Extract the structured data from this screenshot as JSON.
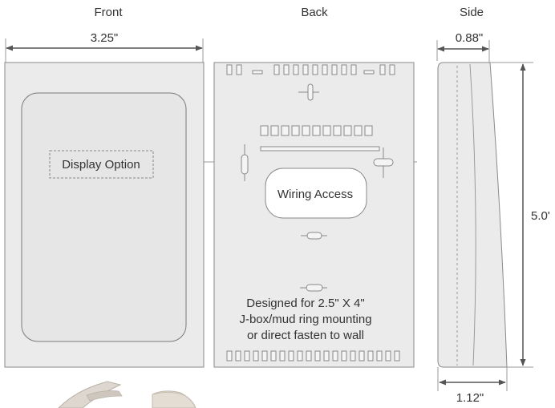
{
  "views": {
    "front": "Front",
    "back": "Back",
    "side": "Side"
  },
  "dimensions": {
    "front_width": "3.25\"",
    "side_top_depth": "0.88\"",
    "side_bottom_depth": "1.12\"",
    "height": "5.0'"
  },
  "front": {
    "display_option": "Display Option"
  },
  "back": {
    "wiring_access": "Wiring Access",
    "mounting_note": [
      "Designed for 2.5\" X 4\"",
      "J-box/mud ring mounting",
      "or direct fasten to wall"
    ]
  },
  "colors": {
    "panel_fill": "#ebebeb",
    "outline": "#7a7a7a",
    "arrow": "#555555"
  }
}
